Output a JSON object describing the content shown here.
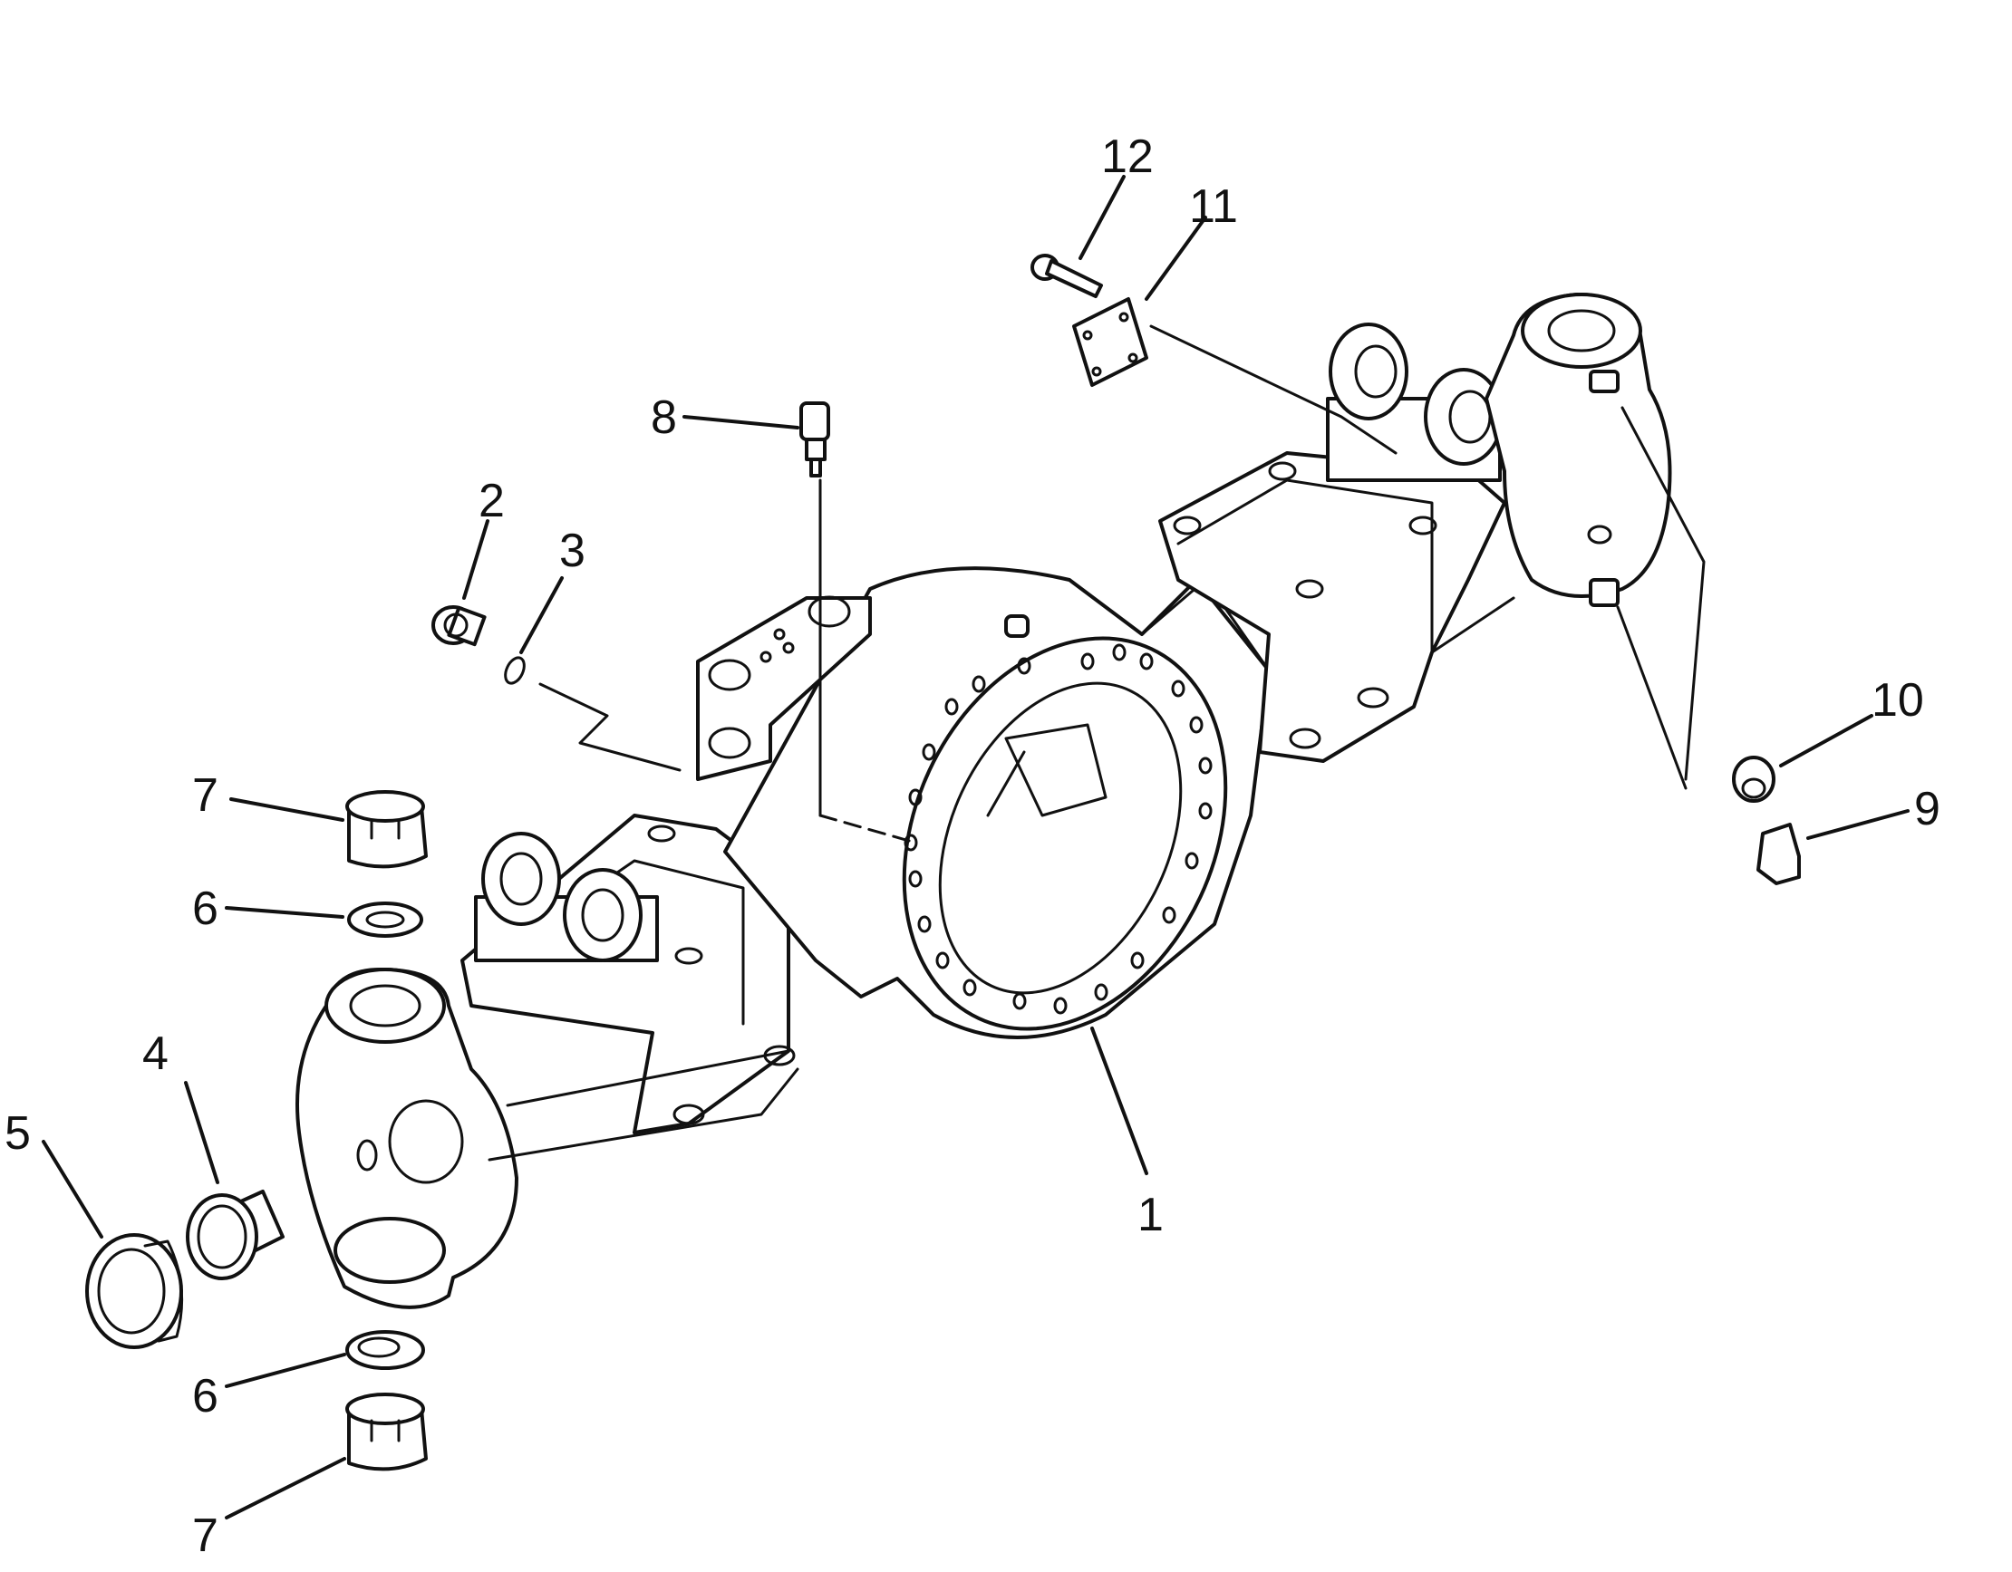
{
  "labels": {
    "p1": "1",
    "p2": "2",
    "p3": "3",
    "p4": "4",
    "p5": "5",
    "p6a": "6",
    "p6b": "6",
    "p7a": "7",
    "p7b": "7",
    "p8": "8",
    "p9": "9",
    "p10": "10",
    "p11": "11",
    "p12": "12"
  }
}
